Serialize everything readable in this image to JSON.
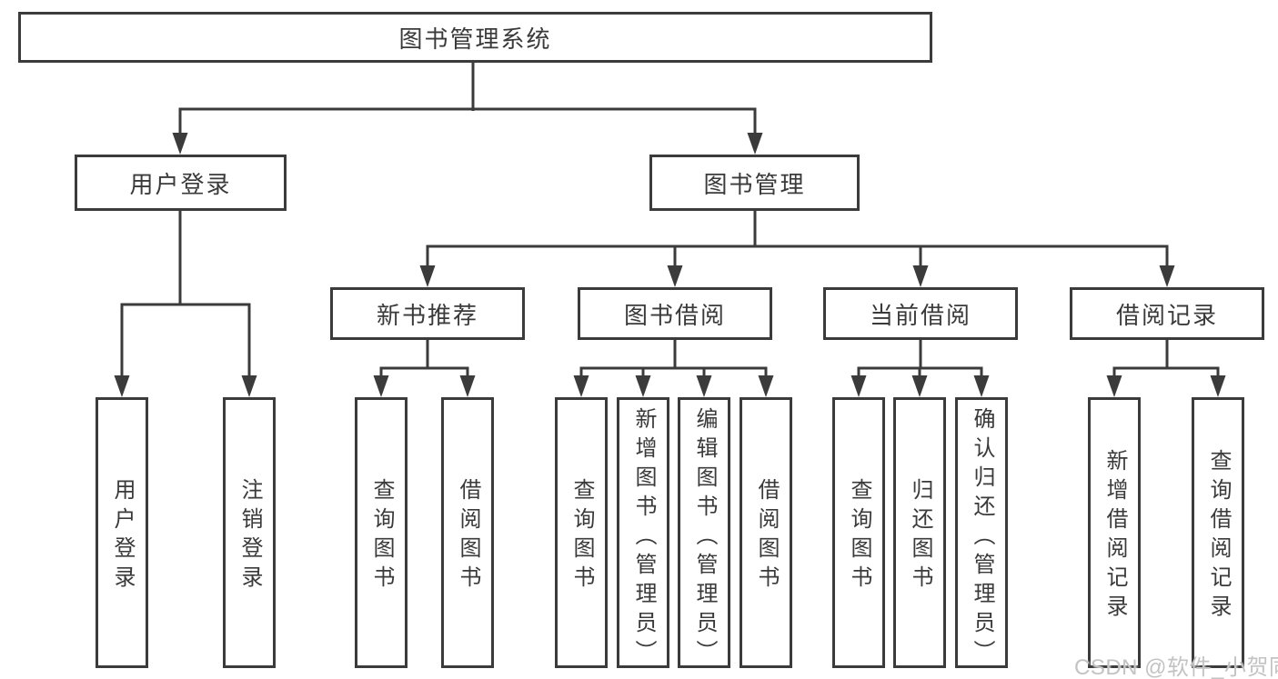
{
  "tree": {
    "root": {
      "label": "图书管理系统"
    },
    "branches": [
      {
        "label": "用户登录",
        "children": [
          {
            "label": "用户登录"
          },
          {
            "label": "注销登录"
          }
        ]
      },
      {
        "label": "图书管理",
        "children": [
          {
            "label": "新书推荐",
            "children": [
              {
                "label": "查询图书"
              },
              {
                "label": "借阅图书"
              }
            ]
          },
          {
            "label": "图书借阅",
            "children": [
              {
                "label": "查询图书"
              },
              {
                "label": "新增图书（管理员）"
              },
              {
                "label": "编辑图书（管理员）"
              },
              {
                "label": "借阅图书"
              }
            ]
          },
          {
            "label": "当前借阅",
            "children": [
              {
                "label": "查询图书"
              },
              {
                "label": "归还图书"
              },
              {
                "label": "确认归还（管理员）"
              }
            ]
          },
          {
            "label": "借阅记录",
            "children": [
              {
                "label": "新增借阅记录"
              },
              {
                "label": "查询借阅记录"
              }
            ]
          }
        ]
      }
    ]
  },
  "watermark": {
    "text": "CSDN @软件_小贺同学"
  },
  "colors": {
    "line": "#3b3b3b",
    "text": "#3a3a3a",
    "background": "#ffffff",
    "watermark": "#c3c3c3"
  }
}
